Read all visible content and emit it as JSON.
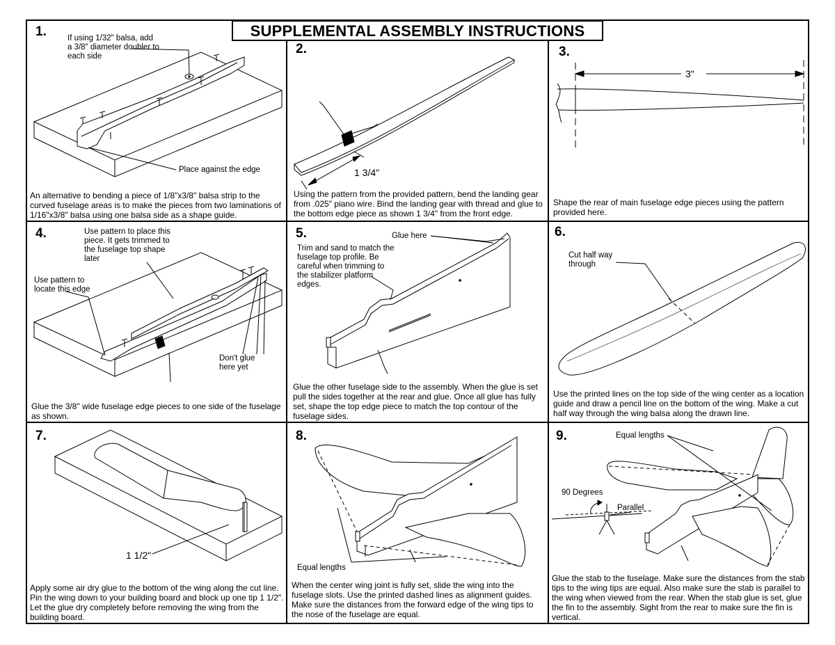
{
  "title": "SUPPLEMENTAL ASSEMBLY INSTRUCTIONS",
  "steps": [
    {
      "number": "1.",
      "labels": [
        "If using 1/32\" balsa, add a 3/8\" diameter doubler to each side",
        "Place against the edge"
      ],
      "caption": "An alternative to bending a piece of 1/8\"x3/8\" balsa strip to the curved fuselage areas is to make the pieces from two laminations of 1/16\"x3/8\" balsa using one balsa side as a shape guide."
    },
    {
      "number": "2.",
      "labels": [
        "1 3/4\""
      ],
      "caption": "Using the pattern from the provided pattern, bend the landing gear from .025\" piano wire. Bind the landing gear with thread and glue to the bottom edge piece as shown 1 3/4\" from the front edge."
    },
    {
      "number": "3.",
      "labels": [
        "3\""
      ],
      "caption": "Shape the rear of main fuselage edge pieces using the pattern provided here."
    },
    {
      "number": "4.",
      "labels": [
        "Use pattern to place this piece. It gets trimmed to the fuselage top shape later",
        "Use pattern to locate this edge",
        "Don't glue here yet"
      ],
      "caption": "Glue the 3/8\" wide fuselage edge pieces to one side of the fuselage as shown."
    },
    {
      "number": "5.",
      "labels": [
        "Glue here",
        "Trim and sand to match the fuselage top profile. Be careful when trimming to the stabilizer platform edges."
      ],
      "caption": "Glue the other fuselage side to the assembly. When the glue is set pull the sides together at the rear and glue. Once all glue has fully set, shape the top edge piece to match the top contour of the fuselage sides."
    },
    {
      "number": "6.",
      "labels": [
        "Cut half way through"
      ],
      "caption": "Use the printed lines on the top side of the wing center as a location guide and draw a pencil line on the bottom of the wing. Make a cut half way through the wing balsa along the drawn line."
    },
    {
      "number": "7.",
      "labels": [
        "1 1/2\""
      ],
      "caption": "Apply some air dry glue to the bottom of the wing along the cut line. Pin the wing down to your building board and block up one tip 1 1/2\". Let the glue dry completely before removing the wing from the building board."
    },
    {
      "number": "8.",
      "labels": [
        "Equal lengths"
      ],
      "caption": "When the center wing joint is fully set, slide the wing into the fuselage slots. Use the printed dashed lines as alignment guides. Make sure the distances from the forward edge of the wing tips to the nose of the fuselage are equal."
    },
    {
      "number": "9.",
      "labels": [
        "Equal lengths",
        "90 Degrees",
        "Parallel"
      ],
      "caption": "Glue the stab to the fuselage. Make sure the distances from the stab tips to the wing tips are equal. Also make sure the stab is parallel to the wing when viewed from the rear. When the stab glue is set, glue the fin to the assembly. Sight from the rear to make sure the fin is vertical."
    }
  ]
}
